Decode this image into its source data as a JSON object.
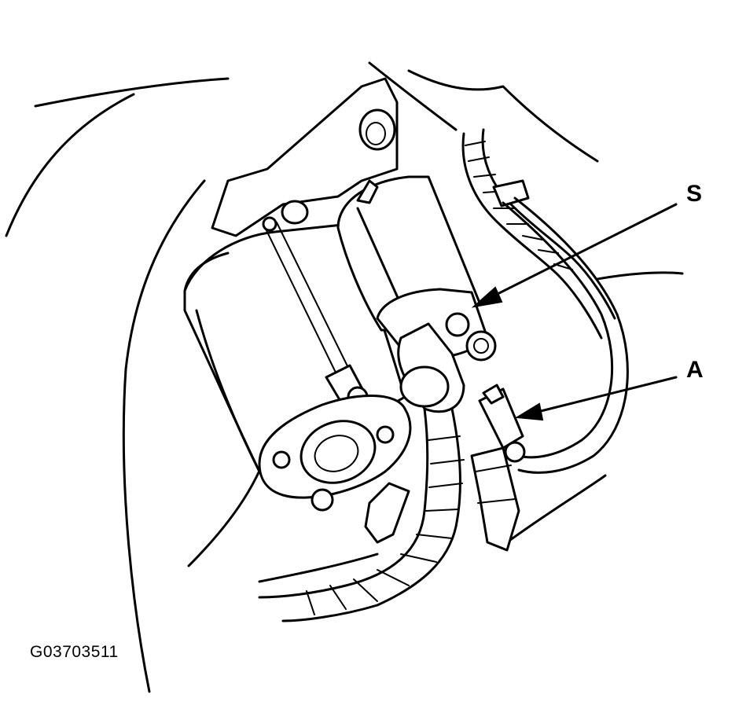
{
  "callouts": {
    "s": "S",
    "a": "A"
  },
  "figure_code": "G03703511",
  "colors": {
    "ink": "#000000",
    "paper": "#ffffff"
  }
}
